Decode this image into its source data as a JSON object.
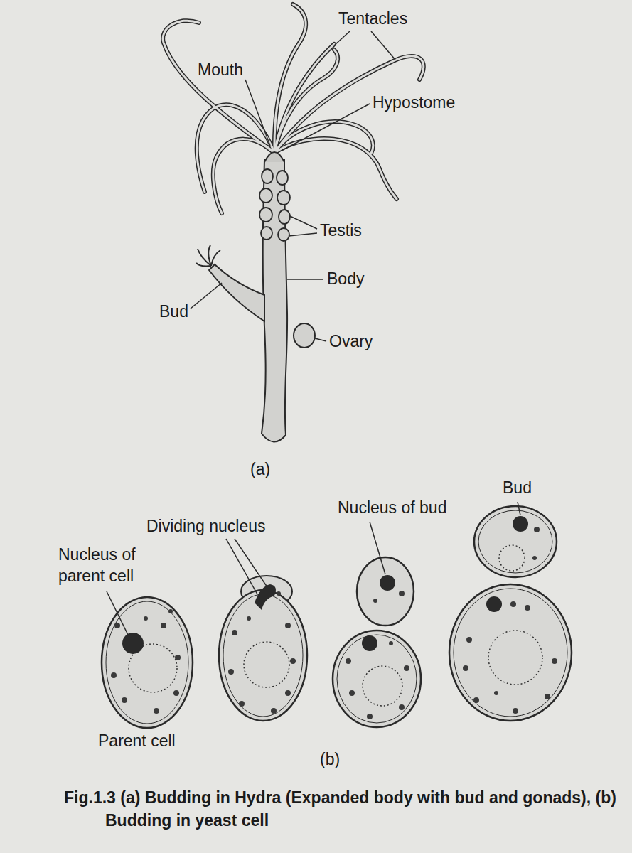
{
  "diagram": {
    "caption": "Fig.1.3 (a) Budding in Hydra (Expanded body with bud and gonads), (b) Budding in yeast cell",
    "labels": [
      "Tentacles",
      "Mouth",
      "Hypostome",
      "Testis",
      "Body",
      "Bud",
      "Ovary",
      "(a)",
      "Dividing nucleus",
      "Nucleus of parent cell",
      "Nucleus of bud",
      "Bud",
      "Parent cell",
      "(b)"
    ]
  }
}
